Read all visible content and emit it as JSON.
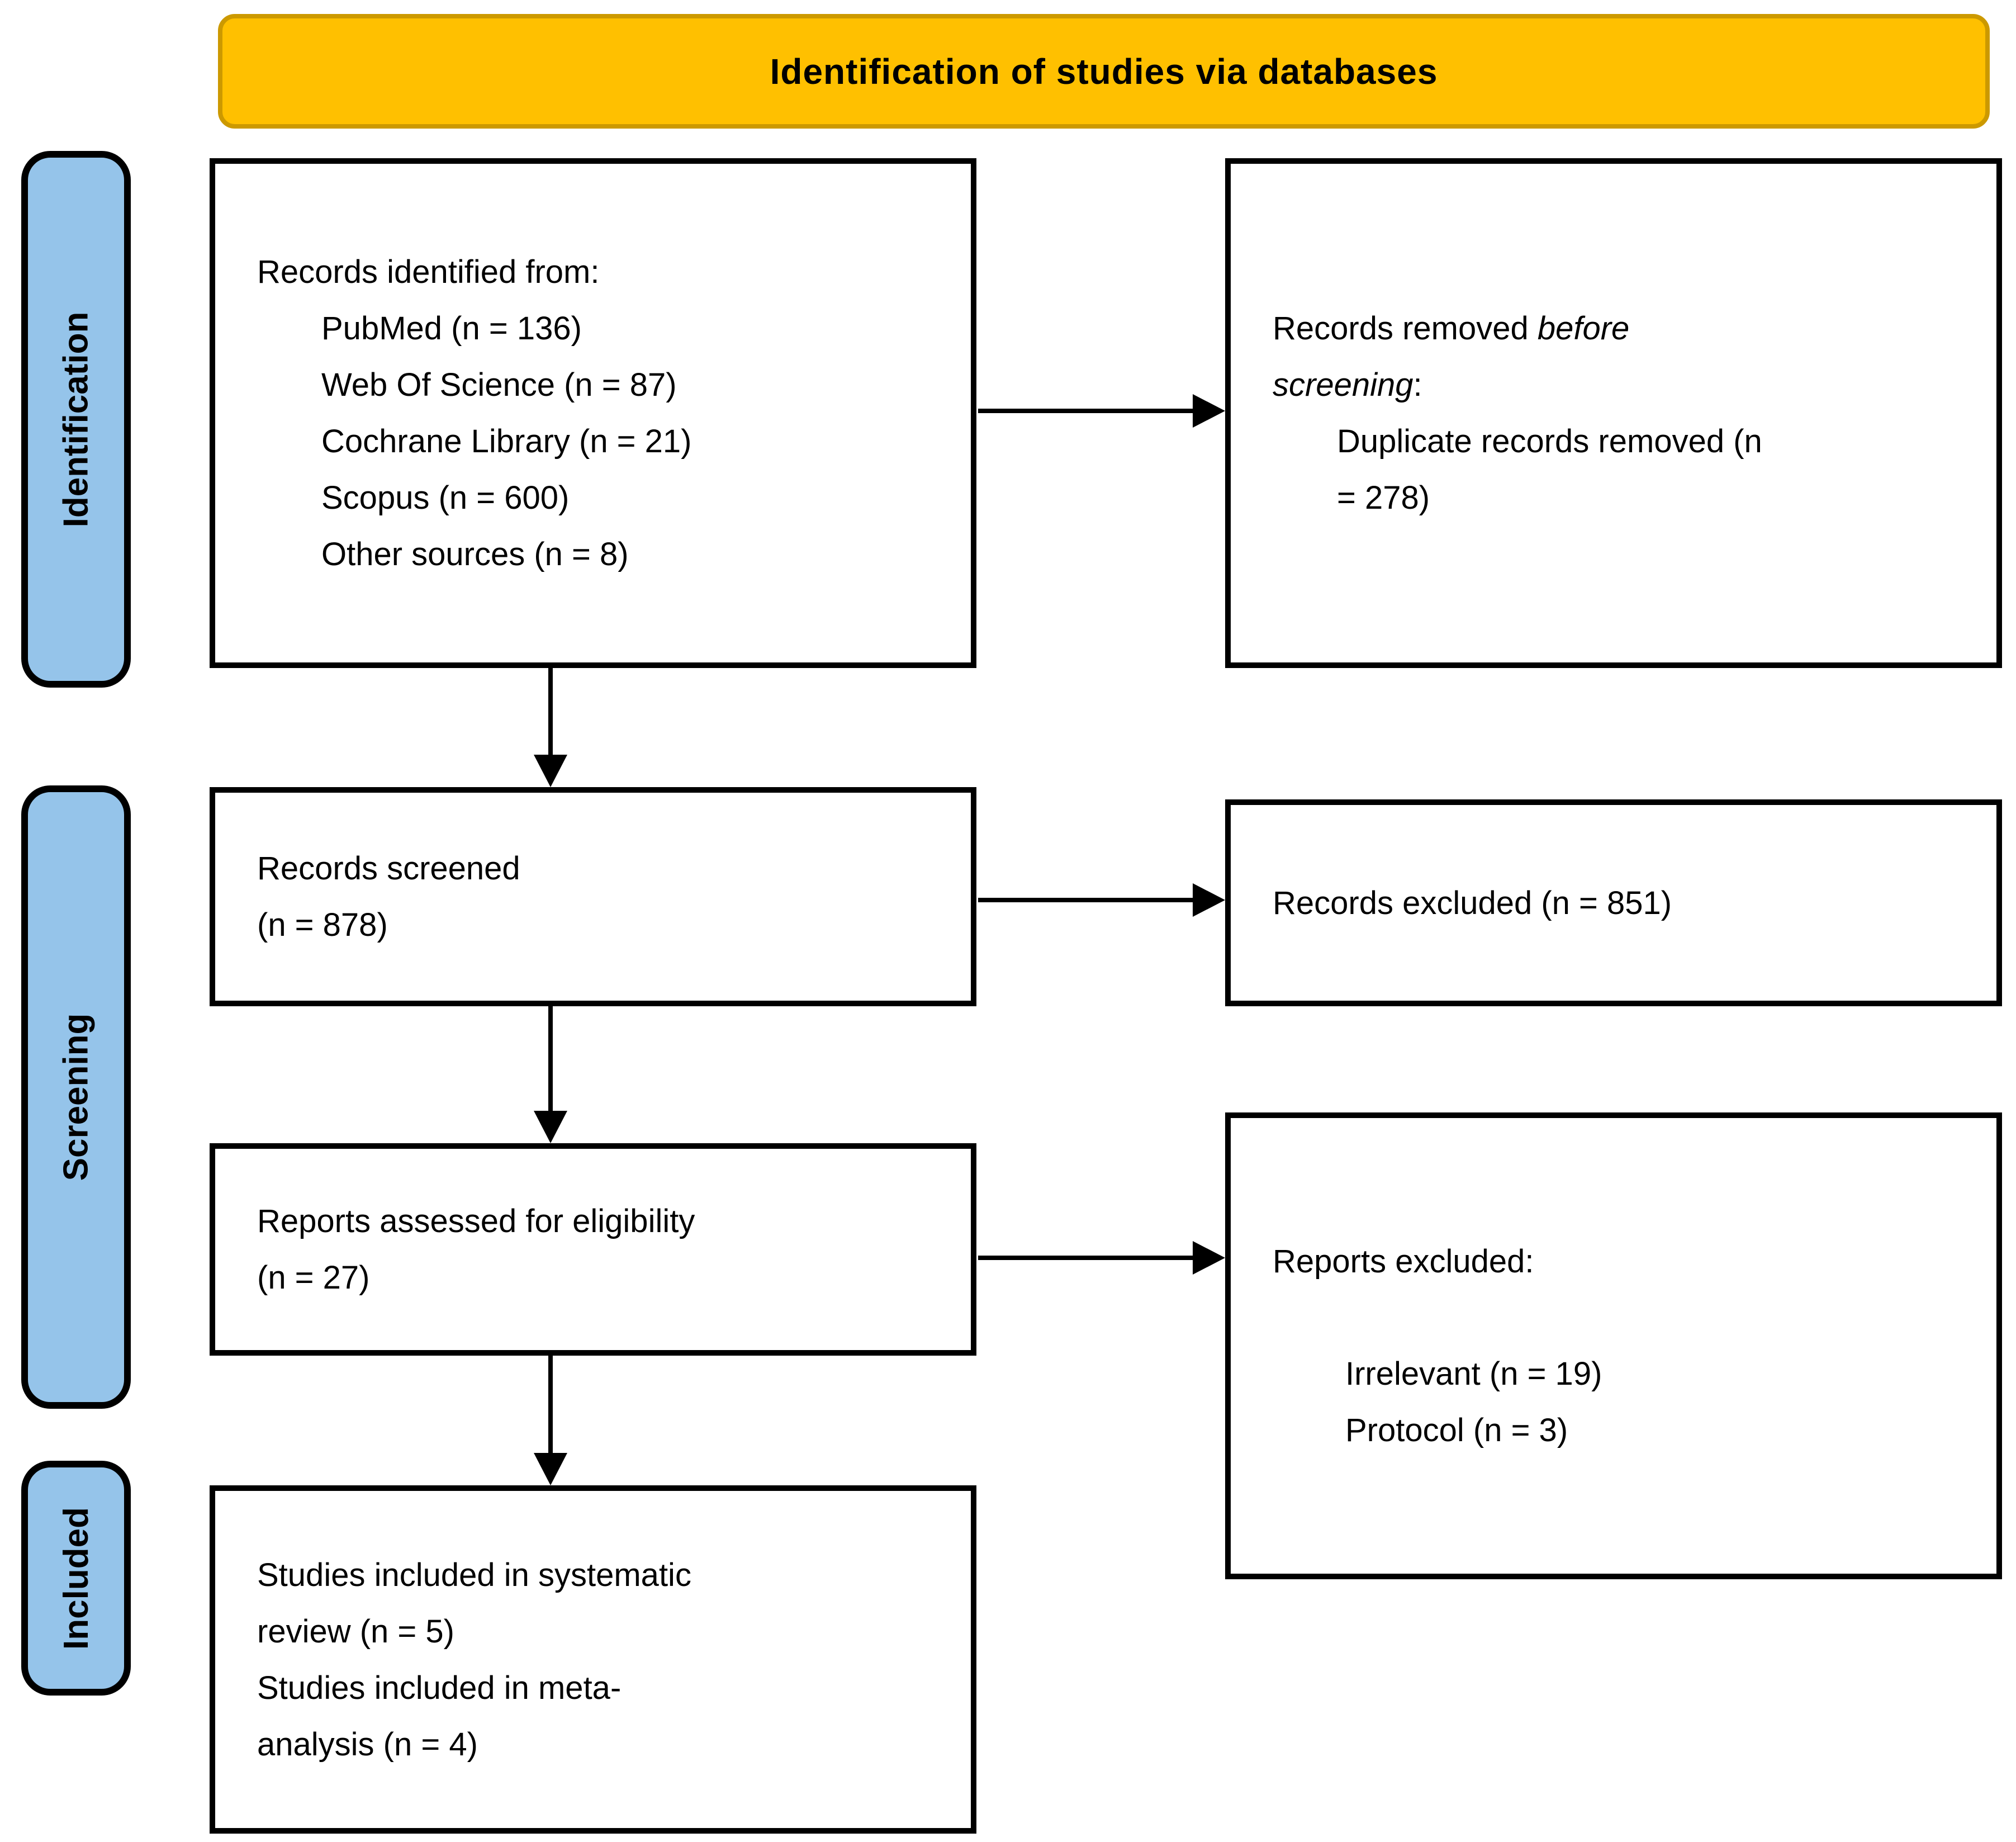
{
  "banner": {
    "title": "Identification of studies via databases"
  },
  "stages": [
    {
      "label": "Identification"
    },
    {
      "label": "Screening"
    },
    {
      "label": "Included"
    }
  ],
  "boxes": {
    "identified": {
      "intro": "Records identified from:",
      "items": [
        "PubMed (n = 136)",
        "Web Of Science (n = 87)",
        "Cochrane Library (n = 21)",
        "Scopus (n = 600)",
        "Other sources (n = 8)"
      ]
    },
    "removed": {
      "l1_normal": "Records removed ",
      "l1_italic": "before",
      "l2_italic": "screening",
      "l2_colon": ":",
      "detail_lines": [
        "Duplicate records removed (n",
        "= 278)"
      ]
    },
    "screened": {
      "lines": [
        "Records screened",
        "(n = 878)"
      ]
    },
    "records_excluded": {
      "text": "Records excluded (n = 851)"
    },
    "assessed": {
      "lines": [
        "Reports assessed for eligibility",
        "(n = 27)"
      ]
    },
    "reports_excluded": {
      "intro": "Reports excluded:",
      "items": [
        "Irrelevant (n = 19)",
        "Protocol (n = 3)"
      ]
    },
    "included_studies": {
      "lines": [
        "Studies included in systematic",
        "review (n = 5)",
        "Studies included in meta-",
        "analysis (n = 4)"
      ]
    }
  },
  "colors": {
    "banner_fill": "#FFC000",
    "banner_border": "#CC9900",
    "stage_fill": "#95C4EA",
    "box_border": "#000000",
    "arrow": "#000000",
    "text": "#000000"
  }
}
